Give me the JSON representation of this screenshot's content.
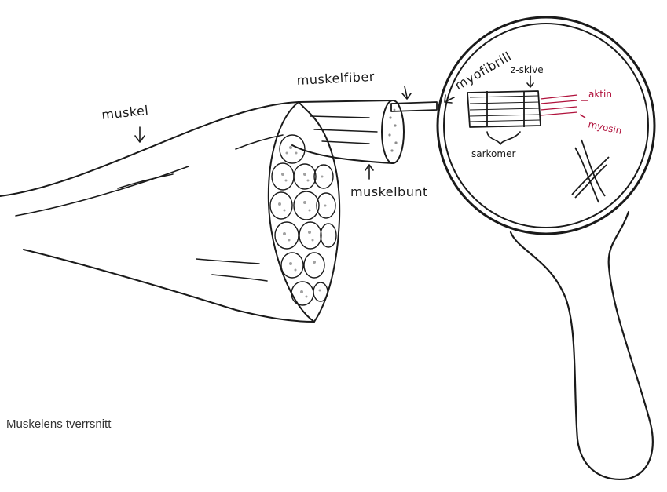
{
  "labels": {
    "muscle": "muskel",
    "muscle_fiber": "muskelfiber",
    "myofibril": "myofibrill",
    "z_disc": "z-skive",
    "actin": "aktin",
    "myosin": "myosin",
    "sarcomere": "sarkomer",
    "fascicle": "muskelbunt"
  },
  "caption": "Muskelens tverrsnitt",
  "colors": {
    "ink": "#1a1a1a",
    "filament_red": "#b0123c"
  }
}
